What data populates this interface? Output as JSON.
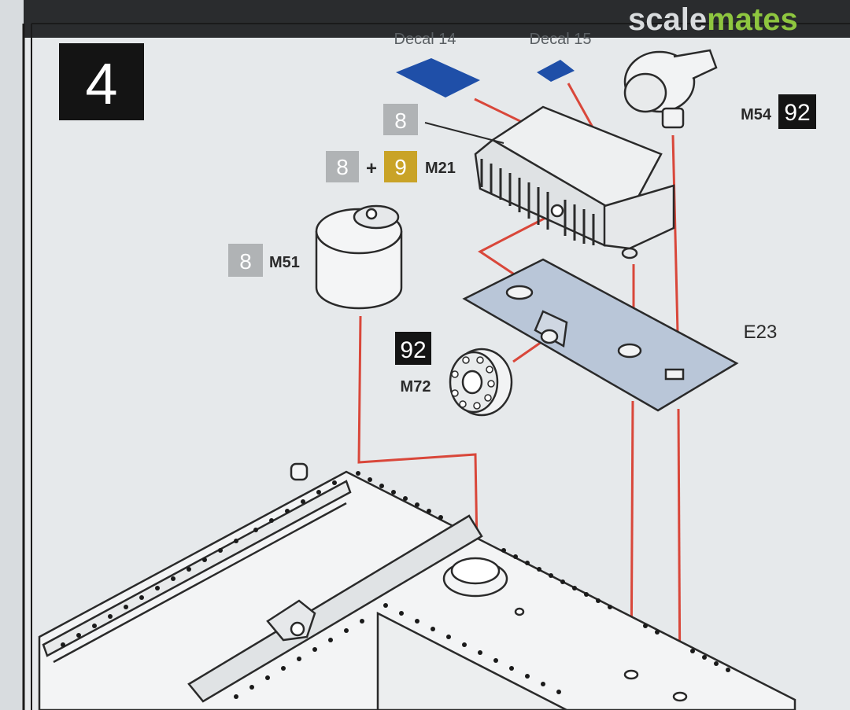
{
  "watermark": {
    "part1": "scale",
    "part2": "mates"
  },
  "step": {
    "number": "4"
  },
  "decals": [
    {
      "label": "Decal 14"
    },
    {
      "label": "Decal 15"
    }
  ],
  "parts": {
    "part_a": {
      "name": "M54",
      "sprue": "92"
    },
    "part_b": {
      "name": "M21",
      "sprue_a": "8",
      "plus": "+",
      "sprue_b": "9"
    },
    "part_c": {
      "name": "M51",
      "sprue": "8"
    },
    "part_d": {
      "name": "M72",
      "sprue": "92"
    },
    "part_e": {
      "name": "E23"
    },
    "part_b_sprue_top": "8"
  },
  "colors": {
    "guide_line": "#d9473a",
    "decal_blue": "#1f4fa8",
    "plate_blue": "#b9c6d8",
    "sprue_gray": "#b0b3b5",
    "sprue_yellow": "#c9a327",
    "sprue_black": "#141414",
    "watermark_green": "#8ec63f"
  }
}
